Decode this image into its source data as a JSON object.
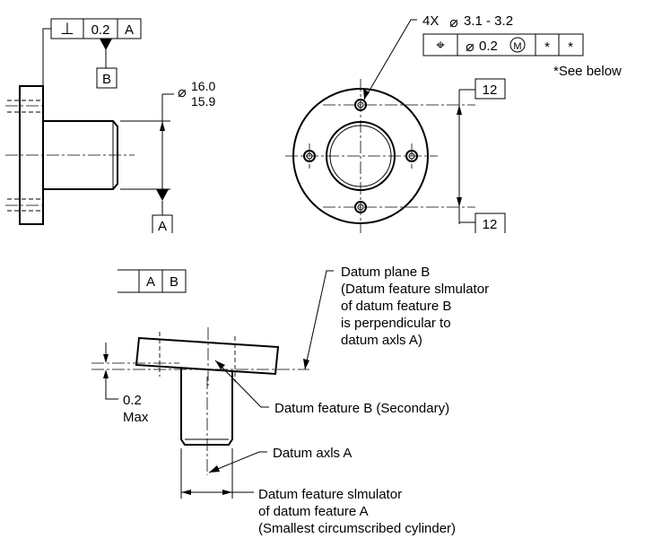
{
  "fcf_top_left": {
    "symbol": "⊥",
    "tolerance": "0.2",
    "datum": "A",
    "datum_label": "B"
  },
  "dimension_diameter": {
    "symbol": "⌀",
    "upper": "16.0",
    "lower": "15.9",
    "datum_label": "A"
  },
  "hole_callout": {
    "prefix": "4X",
    "symbol": "⌀",
    "range": "3.1 - 3.2",
    "position_symbol": "⌖",
    "tol_symbol": "⌀",
    "tolerance": "0.2",
    "modifier": "M",
    "datum1": "*",
    "datum2": "*",
    "note": "*See  below"
  },
  "basic_dims": {
    "top": "12",
    "bottom": "12"
  },
  "fcf_bottom": {
    "datum1": "A",
    "datum2": "B"
  },
  "annotations": {
    "datum_plane_b": [
      "Datum  plane  B",
      "(Datum  feature  slmulator",
      "of  datum  feature  B",
      "is  perpendicular  to",
      "datum  axls  A)"
    ],
    "tilt_value": "0.2",
    "tilt_max": "Max",
    "datum_feature_b": "Datum  feature  B  (Secondary)",
    "datum_axis_a": "Datum  axls  A",
    "simulator_a": [
      "Datum  feature  slmulator",
      "of  datum  feature  A",
      "(Smallest  circumscribed  cylinder)"
    ]
  }
}
